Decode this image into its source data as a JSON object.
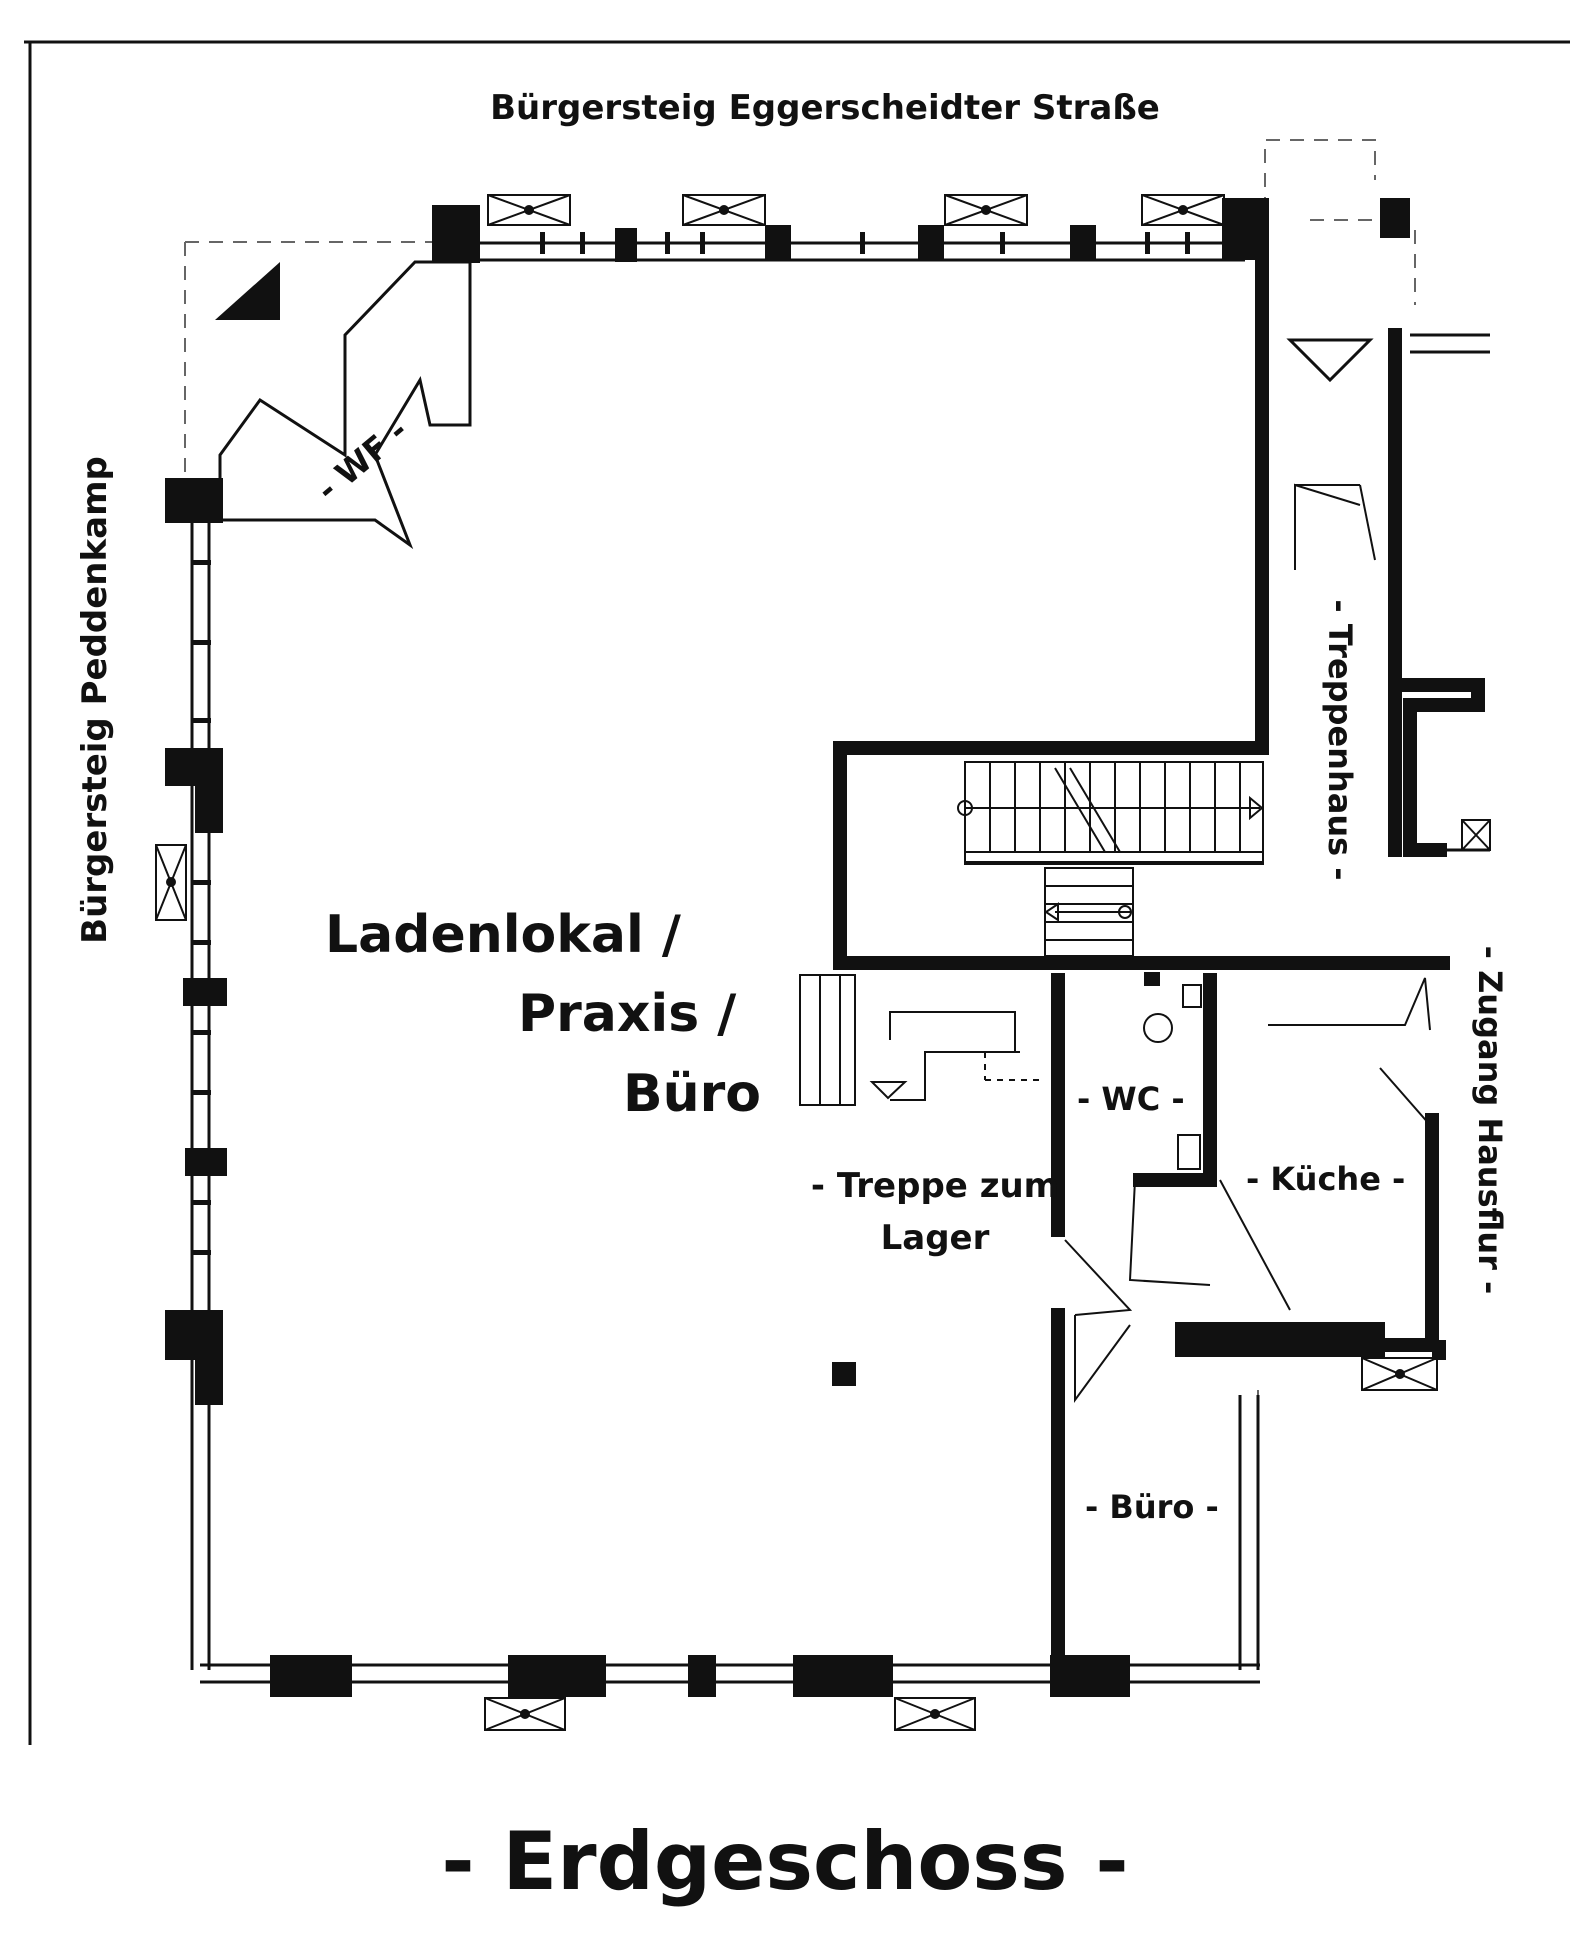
{
  "floorplan": {
    "title": "- Erdgeschoss -",
    "streets": {
      "top": "Bürgersteig Eggerscheidter Straße",
      "left": "Bürgersteig Peddenkamp"
    },
    "main_room": {
      "line1": "Ladenlokal /",
      "line2": "Praxis /",
      "line3": "Büro"
    },
    "rooms": {
      "wf": "- WF -",
      "treppenhaus": "- Treppenhaus -",
      "treppe_line1": "- Treppe zum",
      "treppe_line2": "Lager",
      "wc": "- WC -",
      "kueche": "- Küche -",
      "zugang": "- Zugang Hausflur -",
      "buero": "- Büro -"
    },
    "colors": {
      "ink": "#111111",
      "paper": "#ffffff"
    }
  }
}
